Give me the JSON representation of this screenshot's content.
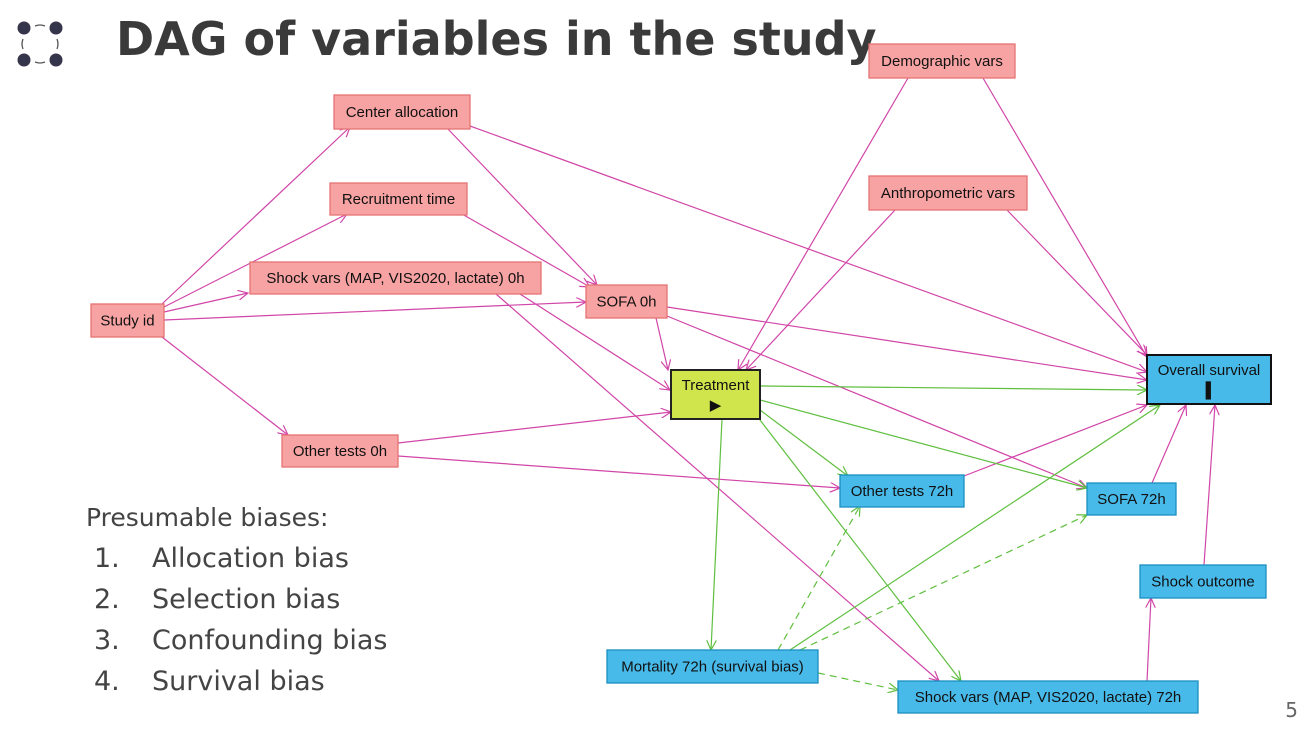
{
  "slide": {
    "title": "DAG of variables in the study",
    "page_number": "5"
  },
  "diagram": {
    "nodes": [
      {
        "id": "demographic",
        "label": "Demographic vars",
        "group": "pre"
      },
      {
        "id": "center",
        "label": "Center allocation",
        "group": "pre"
      },
      {
        "id": "recruit",
        "label": "Recruitment time",
        "group": "pre"
      },
      {
        "id": "anthro",
        "label": "Anthropometric vars",
        "group": "pre"
      },
      {
        "id": "shock0",
        "label": "Shock vars (MAP, VIS2020, lactate) 0h",
        "group": "pre"
      },
      {
        "id": "sofa0",
        "label": "SOFA 0h",
        "group": "pre"
      },
      {
        "id": "studyid",
        "label": "Study id",
        "group": "pre"
      },
      {
        "id": "treatment",
        "label": "Treatment",
        "group": "exposure",
        "symbol": "▶"
      },
      {
        "id": "survival",
        "label": "Overall survival",
        "group": "outcome",
        "symbol": "▌"
      },
      {
        "id": "other0",
        "label": "Other tests 0h",
        "group": "pre"
      },
      {
        "id": "other72",
        "label": "Other tests 72h",
        "group": "post"
      },
      {
        "id": "sofa72",
        "label": "SOFA 72h",
        "group": "post"
      },
      {
        "id": "shockout",
        "label": "Shock outcome",
        "group": "post"
      },
      {
        "id": "mort72",
        "label": "Mortality 72h (survival bias)",
        "group": "post"
      },
      {
        "id": "shock72",
        "label": "Shock vars (MAP, VIS2020, lactate) 72h",
        "group": "post"
      }
    ],
    "edges": [
      {
        "from": "studyid",
        "to": "center",
        "type": "causal"
      },
      {
        "from": "studyid",
        "to": "recruit",
        "type": "causal"
      },
      {
        "from": "studyid",
        "to": "shock0",
        "type": "causal"
      },
      {
        "from": "studyid",
        "to": "sofa0",
        "type": "causal"
      },
      {
        "from": "studyid",
        "to": "other0",
        "type": "causal"
      },
      {
        "from": "center",
        "to": "sofa0",
        "type": "causal"
      },
      {
        "from": "center",
        "to": "survival",
        "type": "causal"
      },
      {
        "from": "recruit",
        "to": "sofa0",
        "type": "causal"
      },
      {
        "from": "shock0",
        "to": "treatment",
        "type": "causal"
      },
      {
        "from": "shock0",
        "to": "shock72",
        "type": "causal"
      },
      {
        "from": "sofa0",
        "to": "treatment",
        "type": "causal"
      },
      {
        "from": "sofa0",
        "to": "survival",
        "type": "causal"
      },
      {
        "from": "sofa0",
        "to": "sofa72",
        "type": "causal"
      },
      {
        "from": "other0",
        "to": "treatment",
        "type": "causal"
      },
      {
        "from": "other0",
        "to": "other72",
        "type": "causal"
      },
      {
        "from": "demographic",
        "to": "treatment",
        "type": "causal"
      },
      {
        "from": "demographic",
        "to": "survival",
        "type": "causal"
      },
      {
        "from": "anthro",
        "to": "treatment",
        "type": "causal"
      },
      {
        "from": "anthro",
        "to": "survival",
        "type": "causal"
      },
      {
        "from": "other72",
        "to": "survival",
        "type": "causal"
      },
      {
        "from": "sofa72",
        "to": "survival",
        "type": "causal"
      },
      {
        "from": "shockout",
        "to": "survival",
        "type": "causal"
      },
      {
        "from": "shock72",
        "to": "shockout",
        "type": "causal"
      },
      {
        "from": "treatment",
        "to": "survival",
        "type": "treatment"
      },
      {
        "from": "treatment",
        "to": "other72",
        "type": "treatment"
      },
      {
        "from": "treatment",
        "to": "sofa72",
        "type": "treatment"
      },
      {
        "from": "treatment",
        "to": "shock72",
        "type": "treatment"
      },
      {
        "from": "treatment",
        "to": "mort72",
        "type": "treatment"
      },
      {
        "from": "mort72",
        "to": "survival",
        "type": "treatment"
      },
      {
        "from": "mort72",
        "to": "other72",
        "type": "selection"
      },
      {
        "from": "mort72",
        "to": "sofa72",
        "type": "selection"
      },
      {
        "from": "mort72",
        "to": "shock72",
        "type": "selection"
      }
    ],
    "colors": {
      "pre_fill": "#f8a3a3",
      "exposure_fill": "#cfe54b",
      "post_fill": "#48baea",
      "causal_edge": "#d146a8",
      "treatment_edge": "#5fbf3f"
    }
  },
  "biases": {
    "title": "Presumable biases:",
    "items": [
      {
        "num": "1.",
        "label": "Allocation bias"
      },
      {
        "num": "2.",
        "label": "Selection bias"
      },
      {
        "num": "3.",
        "label": "Confounding bias"
      },
      {
        "num": "4.",
        "label": "Survival bias"
      }
    ]
  },
  "icons": {
    "logo": "four-dots-logo-icon"
  }
}
